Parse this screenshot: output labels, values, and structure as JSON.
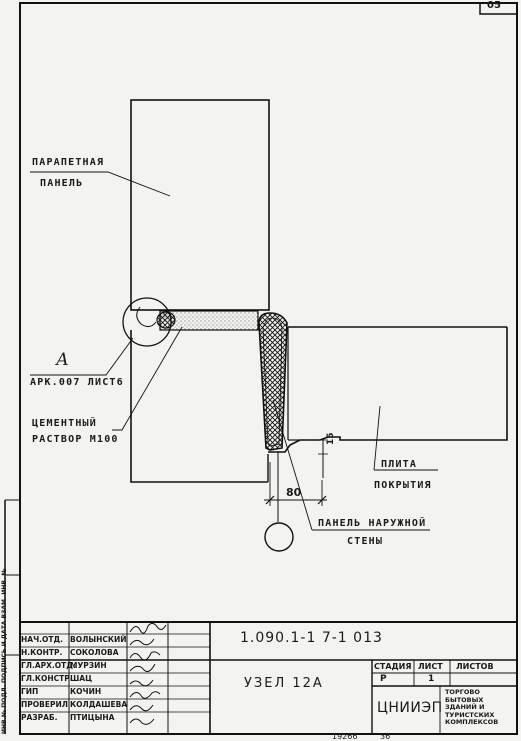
{
  "top_corner_number": "05",
  "callouts": {
    "parapet_panel": [
      "ПАРАПЕТНАЯ",
      "ПАНЕЛЬ"
    ],
    "node_letter": "А",
    "node_ref": "АРК.007 ЛИСТ6",
    "cement": [
      "ЦЕМЕНТНЫЙ",
      "РАСТВОР М100"
    ],
    "slab": [
      "ПЛИТА",
      "ПОКРЫТИЯ"
    ],
    "outer_panel": [
      "ПАНЕЛЬ НАРУЖНОЙ",
      "СТЕНЫ"
    ]
  },
  "dimensions": {
    "width": "80",
    "gap": "15"
  },
  "title_block": {
    "designation": "1.090.1-1 7-1   013",
    "title": "УЗЕЛ 12А",
    "org": "ЦНИИЭП",
    "org_desc": [
      "ТОРГОВО",
      "БЫТОВЫХ",
      "ЗДАНИЙ И",
      "ТУРИСТСКИХ",
      "КОМПЛЕКСОВ"
    ],
    "stage_header": "СТАДИЯ",
    "sheet_header": "ЛИСТ",
    "sheets_header": "ЛИСТОВ",
    "stage": "Р",
    "sheet": "1",
    "sheets": "",
    "staff": [
      {
        "role": "НАЧ.ОТД.",
        "name": "ВОЛЫНСКИЙ"
      },
      {
        "role": "Н.КОНТР.",
        "name": "СОКОЛОВА"
      },
      {
        "role": "ГЛ.АРХ.ОТД.",
        "name": "МУРЗИН"
      },
      {
        "role": "ГЛ.КОНСТР.",
        "name": "ШАЦ"
      },
      {
        "role": "ГИП",
        "name": "КОЧИН"
      },
      {
        "role": "ПРОВЕРИЛ",
        "name": "КОЛДАШЕВА"
      },
      {
        "role": "РАЗРАБ.",
        "name": "ПТИЦЫНА"
      }
    ]
  },
  "bottom_numbers": [
    "19266",
    "36"
  ],
  "left_margin_text": "ИНВ.№ ПОДЛ.  ПОДПИСЬ И ДАТА  ВЗАМ. ИНВ. №"
}
